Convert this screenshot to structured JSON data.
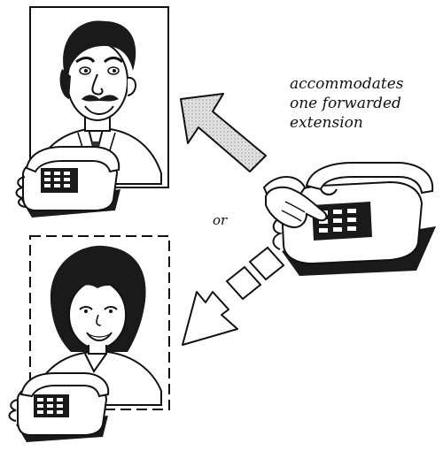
{
  "caption": {
    "line1": "accommodates",
    "line2": "one forwarded",
    "line3": "extension"
  },
  "or_label": "or",
  "colors": {
    "ink": "#111111",
    "arrow_fill": "#d9d9d9",
    "paper": "#ffffff",
    "phone_dark": "#1a1a1a"
  }
}
